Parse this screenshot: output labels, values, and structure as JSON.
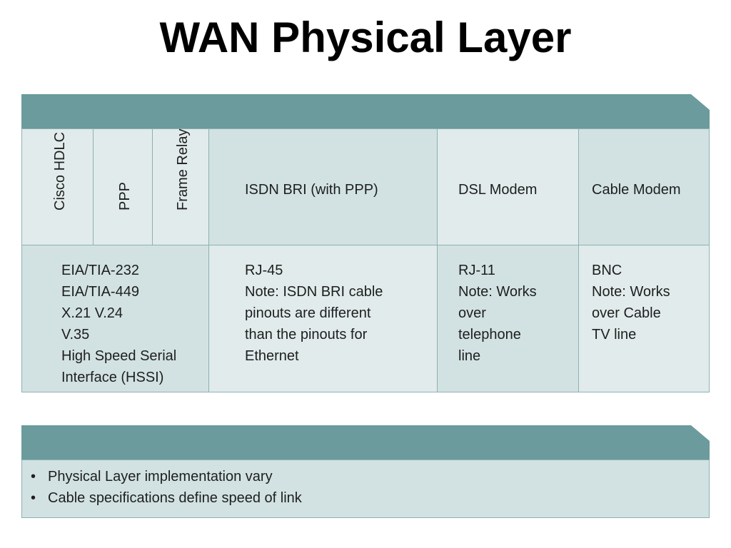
{
  "title": "WAN Physical Layer",
  "colors": {
    "header_bar": "#6b9b9c",
    "cell_light": "#e1ebeb",
    "cell_mid": "#d2e2e2",
    "cell_border": "#8fb0b2",
    "text": "#1e1e1e"
  },
  "protocols": {
    "cisco_hdlc": "Cisco HDLC",
    "ppp": "PPP",
    "frame_relay": "Frame Relay",
    "isdn_bri": "ISDN BRI (with PPP)",
    "dsl_modem": "DSL Modem",
    "cable_modem": "Cable Modem"
  },
  "physical": {
    "serial": {
      "lines": [
        "EIA/TIA-232",
        "EIA/TIA-449",
        "X.21 V.24",
        "V.35",
        "High Speed Serial",
        "Interface (HSSI)"
      ]
    },
    "isdn": {
      "lines": [
        "RJ-45",
        "Note: ISDN BRI cable",
        "pinouts are different",
        "than the pinouts for",
        "Ethernet"
      ]
    },
    "dsl": {
      "lines": [
        "RJ-11",
        "Note: Works",
        "over",
        "telephone",
        "line"
      ]
    },
    "cable": {
      "lines": [
        "BNC",
        "Note: Works",
        "over Cable",
        "TV line"
      ]
    }
  },
  "notes": {
    "bullet_glyph": "•",
    "items": [
      "Physical Layer implementation vary",
      "Cable specifications define speed of link"
    ]
  }
}
